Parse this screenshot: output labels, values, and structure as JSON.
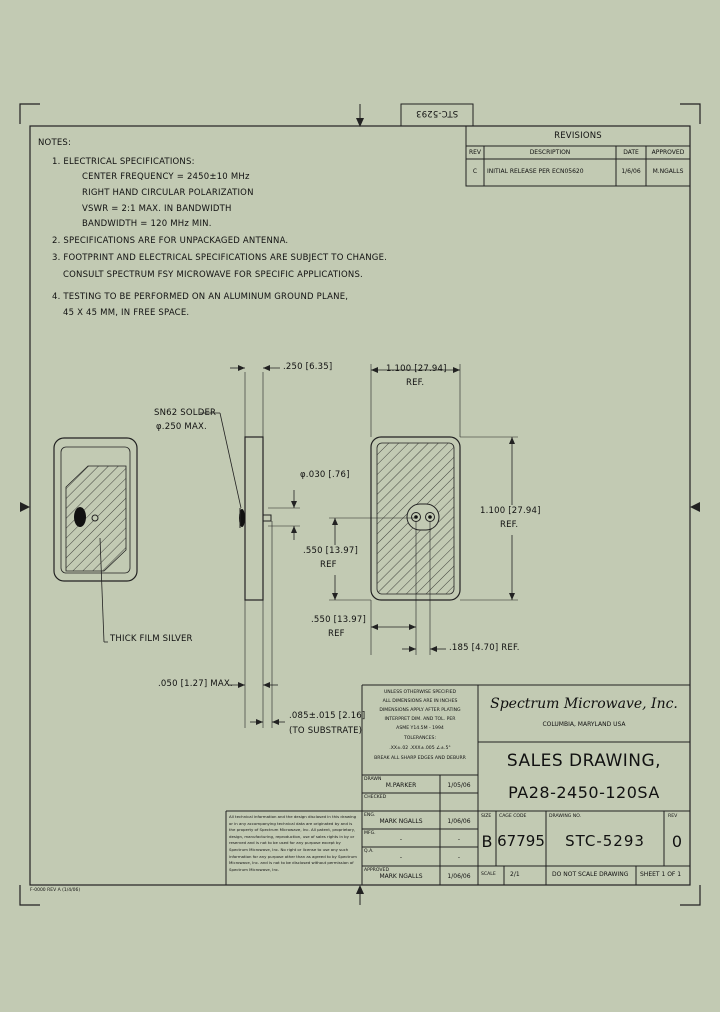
{
  "top_drawing_number": "STC-5293",
  "notes": {
    "title": "NOTES:",
    "items": [
      "1. ELECTRICAL SPECIFICATIONS:",
      "CENTER FREQUENCY = 2450±10 MHz",
      "RIGHT HAND CIRCULAR POLARIZATION",
      "VSWR = 2:1 MAX. IN BANDWIDTH",
      "BANDWIDTH = 120 MHz MIN.",
      "2. SPECIFICATIONS ARE FOR UNPACKAGED ANTENNA.",
      "3. FOOTPRINT AND ELECTRICAL SPECIFICATIONS ARE SUBJECT TO CHANGE.",
      "CONSULT SPECTRUM FSY MICROWAVE FOR SPECIFIC APPLICATIONS.",
      "4. TESTING TO BE PERFORMED ON AN ALUMINUM GROUND PLANE,",
      "45 X 45 MM, IN FREE SPACE."
    ]
  },
  "revisions": {
    "title": "REVISIONS",
    "headers": [
      "REV",
      "DESCRIPTION",
      "DATE",
      "APPROVED"
    ],
    "row": [
      "C",
      "INITIAL RELEASE PER ECN05620",
      "1/6/06",
      "M.NGALLS"
    ]
  },
  "dimensions": {
    "d250": ".250 [6.35]",
    "d1100_top": "1.100 [27.94]",
    "ref1": "REF.",
    "solder1": "SN62 SOLDER",
    "solder2": "φ.250 MAX.",
    "d030": "φ.030 [.76]",
    "d1100_side": "1.100 [27.94]",
    "ref2": "REF.",
    "d550a": ".550 [13.97]",
    "ref3": "REF",
    "d550b": ".550 [13.97]",
    "ref4": "REF",
    "d185": ".185 [4.70] REF.",
    "thick_film": "THICK FILM SILVER",
    "d050": ".050 [1.27] MAX.",
    "d085": ".085±.015 [2.16]",
    "to_substrate": "(TO SUBSTRATE)"
  },
  "title_block": {
    "tol_lines": [
      "UNLESS OTHERWISE SPECIFIED",
      "ALL DIMENSIONS ARE IN INCHES",
      "DIMENSIONS APPLY AFTER PLATING",
      "INTERPRET DIM. AND TOL. PER",
      "ASME Y14.5M - 1994",
      "TOLERANCES:",
      ".XX±.02    .XXX±.005    ∠±.5°",
      "BREAK ALL SHARP EDGES AND DEBURR"
    ],
    "company": "Spectrum Microwave, Inc.",
    "location": "COLUMBIA, MARYLAND USA",
    "title1": "SALES DRAWING,",
    "title2": "PA28-2450-120SA",
    "sign_rows": [
      {
        "label": "DRAWN",
        "name": "M.PARKER",
        "date": "1/05/06"
      },
      {
        "label": "CHECKED",
        "name": "",
        "date": ""
      },
      {
        "label": "ENG.",
        "name": "MARK NGALLS",
        "date": "1/06/06"
      },
      {
        "label": "MFG.",
        "name": "-",
        "date": "-"
      },
      {
        "label": "Q.A.",
        "name": "-",
        "date": "-"
      },
      {
        "label": "APPROVED",
        "name": "MARK NGALLS",
        "date": "1/06/06"
      }
    ],
    "size_label": "SIZE",
    "size": "B",
    "cage_label": "CAGE CODE",
    "cage": "67795",
    "dwg_label": "DRAWING NO.",
    "dwg": "STC-5293",
    "rev_label": "REV",
    "rev": "0",
    "scale_label": "SCALE",
    "scale": "2/1",
    "do_not_scale": "DO NOT SCALE DRAWING",
    "sheet": "SHEET 1 OF 1",
    "proprietary": "All technical information and the design disclosed in this drawing or in any accompanying technical data are originated by and is the property of Spectrum Microwave, Inc. All patent, proprietary, design, manufacturing, reproduction, use of sales rights in by or reserved and is not to be used for any purpose except by Spectrum Microwave, Inc. No right or license to use any such information for any purpose other than as agreed to by Spectrum Microwave, Inc. and is not to be disclosed without permission of Spectrum Microwave, Inc.",
    "form_no": "F-0000 REV A (1/4/06)"
  }
}
